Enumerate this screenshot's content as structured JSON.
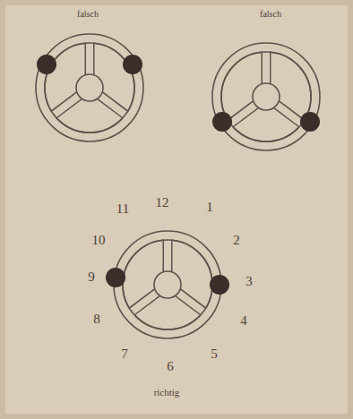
{
  "diagram": {
    "labels": [
      "falsch",
      "falsch",
      "12",
      "11",
      "1",
      "10",
      "2",
      "9",
      "3",
      "8",
      "4",
      "7",
      "5",
      "6",
      "richtig"
    ]
  }
}
